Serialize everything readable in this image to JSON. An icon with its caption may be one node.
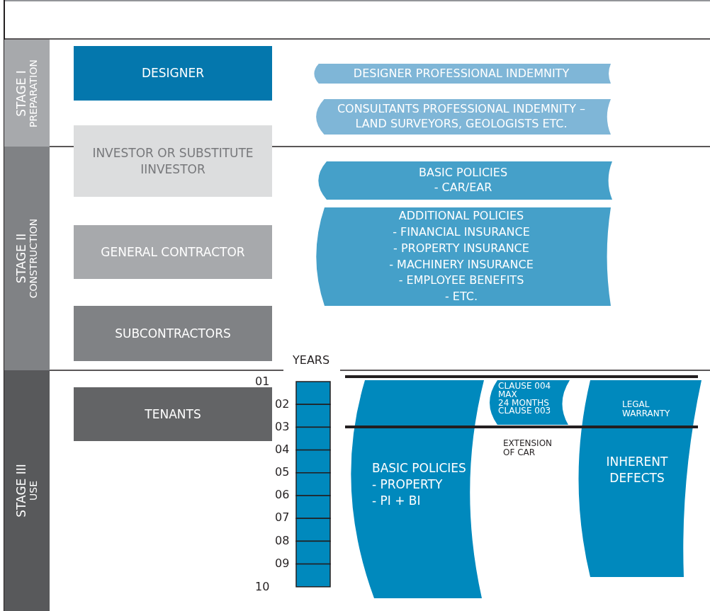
{
  "diagram": {
    "nodes": [
      {
        "text": [
          "STAGE I",
          "PREPARATION"
        ]
      },
      {
        "text": [
          "STAGE II",
          "CONSTRUCTION"
        ]
      },
      {
        "text": [
          "STAGE III",
          "USE"
        ]
      },
      {
        "text": [
          "DESIGNER"
        ]
      },
      {
        "text": [
          "DESIGNER PROFESSIONAL INDEMNITY"
        ]
      },
      {
        "text": [
          "CONSULTANTS PROFESSIONAL INDEMNITY – LAND SURVEYORS, GEOLOGISTS ETC."
        ]
      },
      {
        "text": [
          "INVESTOR OR SUBSTITUTE IINVESTOR"
        ]
      },
      {
        "text": [
          "BASIC POLICIES",
          "- CAR/EAR"
        ]
      },
      {
        "text": [
          "GENERAL CONTRACTOR"
        ]
      },
      {
        "text": [
          "ADDITIONAL POLICIES",
          "- FINANCIAL INSURANCE",
          "- PROPERTY INSURANCE",
          "- MACHINERY INSURANCE",
          "- EMPLOYEE BENEFITS",
          "- ETC."
        ]
      },
      {
        "text": [
          "SUBCONTRACTORS"
        ]
      },
      {
        "text": [
          "TENANTS"
        ]
      },
      {
        "text": [
          "BASIC POLICIES",
          "- PROPERTY",
          "- PI + BI"
        ]
      },
      {
        "text": [
          "CLAUSE 004",
          "MAX",
          "24 MONTHS",
          "CLAUSE 003"
        ]
      },
      {
        "text": [
          "LEGAL WARRANTY",
          "INHERENT DEFECTS"
        ]
      }
    ],
    "labels": [
      "YEARS",
      "01",
      "02",
      "03",
      "04",
      "05",
      "06",
      "07",
      "08",
      "09",
      "10",
      "EXTENSION OF CAR"
    ]
  }
}
